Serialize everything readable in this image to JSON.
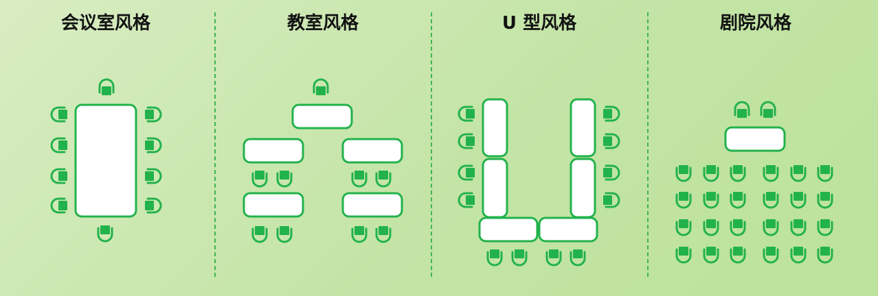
{
  "panels": [
    {
      "title": "会议室风格"
    },
    {
      "title": "教室风格"
    },
    {
      "title": "U 型风格"
    },
    {
      "title": "剧院风格"
    }
  ],
  "icons": {
    "table": "table-icon",
    "chair": "chair-icon"
  },
  "colors": {
    "background": "#c8e6ad",
    "accent": "#22b24c",
    "table_fill": "#ffffff",
    "divider": "#3fb553",
    "title_text": "#121212"
  }
}
